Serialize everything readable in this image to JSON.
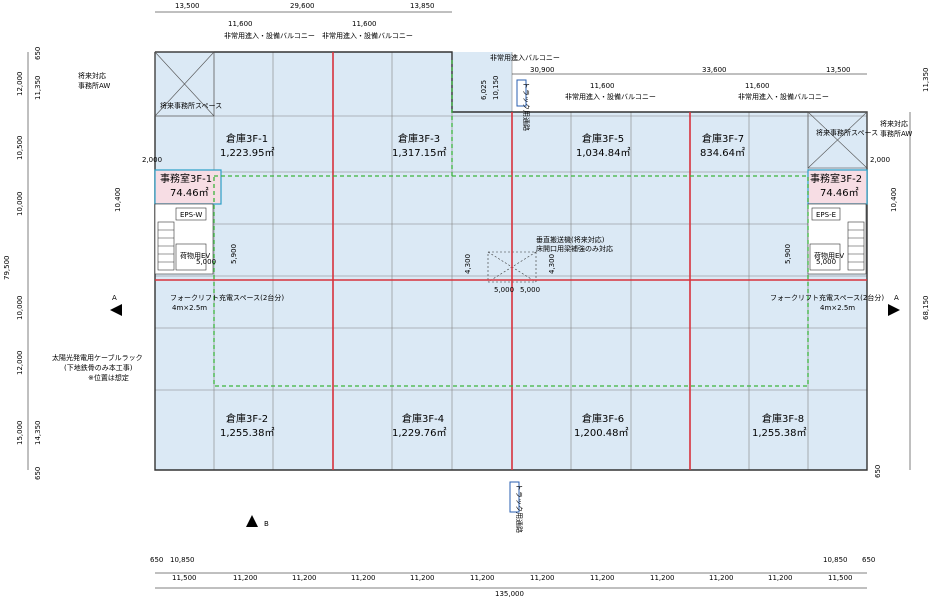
{
  "colors": {
    "floor_fill": "#dbe9f5",
    "fire_wall": "#d8323c",
    "walkway_dashed": "#3cb43c",
    "office_fill": "#f7dde4",
    "grid_line": "#808080",
    "wall": "#333333",
    "vehicle_marker": "#2a5fb0"
  },
  "dimensions": {
    "top_main": [
      "13,500",
      "29,600",
      "13,850"
    ],
    "top_balcony_main": [
      "11,600",
      "11,600"
    ],
    "top_east": [
      "30,900",
      "33,600",
      "13,500"
    ],
    "top_balcony_east": [
      "11,600",
      "11,600"
    ],
    "bottom_bays": [
      "11,500",
      "11,200",
      "11,200",
      "11,200",
      "11,200",
      "11,200",
      "11,200",
      "11,200",
      "11,200",
      "11,200",
      "11,200",
      "11,500"
    ],
    "bottom_total": "135,000",
    "bottom_edges": [
      "10,850",
      "10,850"
    ],
    "bottom_650": [
      "650",
      "650"
    ],
    "left_bays": [
      "12,000",
      "10,500",
      "10,000",
      "10,000",
      "12,000",
      "15,000"
    ],
    "left_total": "79,500",
    "left_sub": [
      "11,350",
      "14,350"
    ],
    "left_650": [
      "650",
      "650"
    ],
    "right_total": "68,150",
    "right_sub": [
      "11,350"
    ],
    "right_650": "650",
    "misc": [
      "2,000",
      "2,000",
      "10,400",
      "10,400",
      "4,300",
      "4,300",
      "5,000",
      "5,000",
      "5,900",
      "5,900",
      "5,000",
      "5,000",
      "6,025",
      "10,150"
    ]
  },
  "rooms": {
    "w1": {
      "name": "倉庫3F-1",
      "area": "1,223.95㎡"
    },
    "w2": {
      "name": "倉庫3F-2",
      "area": "1,255.38㎡"
    },
    "w3": {
      "name": "倉庫3F-3",
      "area": "1,317.15㎡"
    },
    "w4": {
      "name": "倉庫3F-4",
      "area": "1,229.76㎡"
    },
    "w5": {
      "name": "倉庫3F-5",
      "area": "1,034.84㎡"
    },
    "w6": {
      "name": "倉庫3F-6",
      "area": "1,200.48㎡"
    },
    "w7": {
      "name": "倉庫3F-7",
      "area": "834.64㎡"
    },
    "w8": {
      "name": "倉庫3F-8",
      "area": "1,255.38㎡"
    },
    "office1": {
      "name": "事務室3F-1",
      "area": "74.46㎡"
    },
    "office2": {
      "name": "事務室3F-2",
      "area": "74.46㎡"
    }
  },
  "labels": {
    "future_office_left": "将来対応\n事務所AW",
    "future_office_right": "将来対応\n事務所AW",
    "future_office_space_left": "将来事務所スペース",
    "future_office_space_right": "将来事務所スペース",
    "emergency_balcony_1": "非常用進入・設備バルコニー",
    "emergency_balcony_2": "非常用進入・設備バルコニー",
    "emergency_balcony_3": "非常用進入・設備バルコニー",
    "emergency_balcony_4": "非常用進入・設備バルコニー",
    "emergency_balcony_top": "非常用進入バルコニー",
    "vertical_transport": "垂直搬送機(将来対応)\n床開口用梁補強のみ対応",
    "forklift_left": "フォークリフト充電スペース(2台分)\n4m×2.5m",
    "forklift_right": "フォークリフト充電スペース(2台分)\n4m×2.5m",
    "solar_cable": "太陽光発電用ケーブルラック\n(下地鉄骨のみ本工事)\n※位置は想定",
    "eps_w": "EPS-W",
    "eps_e": "EPS-E",
    "elevator_left": "荷物用EV",
    "elevator_right": "荷物用EV",
    "section_a_left": "A",
    "section_a_right": "A",
    "section_b": "B",
    "vehicle_top": "トラック用通路",
    "vehicle_bottom": "トラック用通路"
  }
}
